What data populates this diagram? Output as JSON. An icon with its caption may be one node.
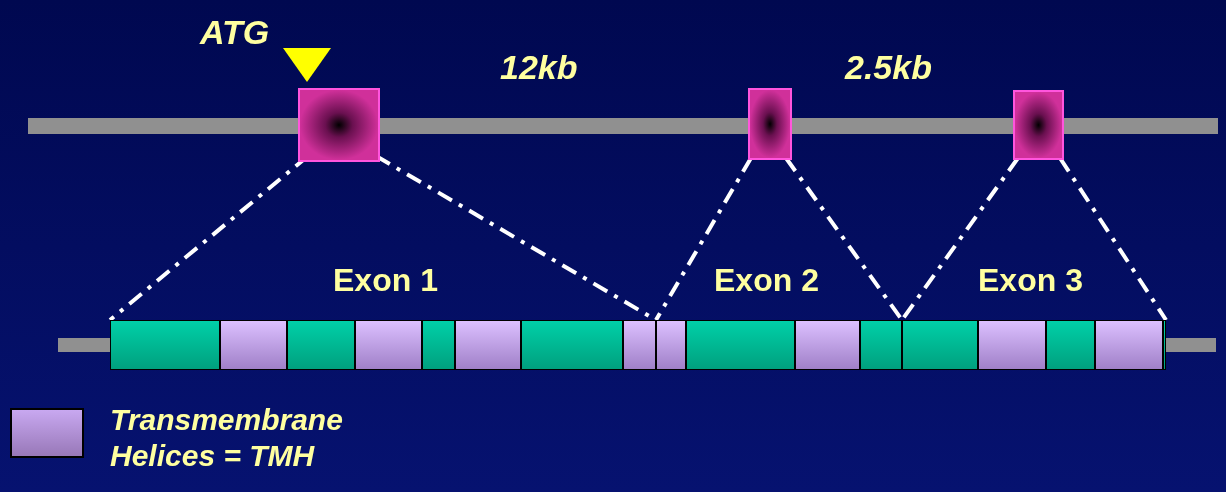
{
  "diagram": {
    "nodes": [
      {
        "text": [],
        "shape": "box",
        "beside": [
          "ATG"
        ]
      },
      {
        "text": [],
        "shape": "box"
      },
      {
        "text": [],
        "shape": "box"
      },
      {
        "text": [],
        "shape": "bar"
      },
      {
        "text": [],
        "shape": "bar"
      },
      {
        "text": [],
        "shape": "bar"
      }
    ],
    "edges": [
      {
        "from": 0,
        "to": 3,
        "arrow": "none",
        "style": "dashed"
      },
      {
        "from": 0,
        "to": 3,
        "arrow": "none",
        "style": "dashed"
      },
      {
        "from": 1,
        "to": 4,
        "arrow": "none",
        "style": "dashed"
      },
      {
        "from": 1,
        "to": 4,
        "arrow": "none",
        "style": "dashed"
      },
      {
        "from": 2,
        "to": 5,
        "arrow": "none",
        "style": "dashed"
      },
      {
        "from": 2,
        "to": 5,
        "arrow": "none",
        "style": "dashed"
      }
    ],
    "labels": [
      "12kb",
      "2.5kb",
      "Exon 1",
      "Exon 2",
      "Exon 3"
    ],
    "legend": [
      {
        "text": "Transmembrane Helices = TMH",
        "color": "#c8a8f0"
      }
    ]
  }
}
